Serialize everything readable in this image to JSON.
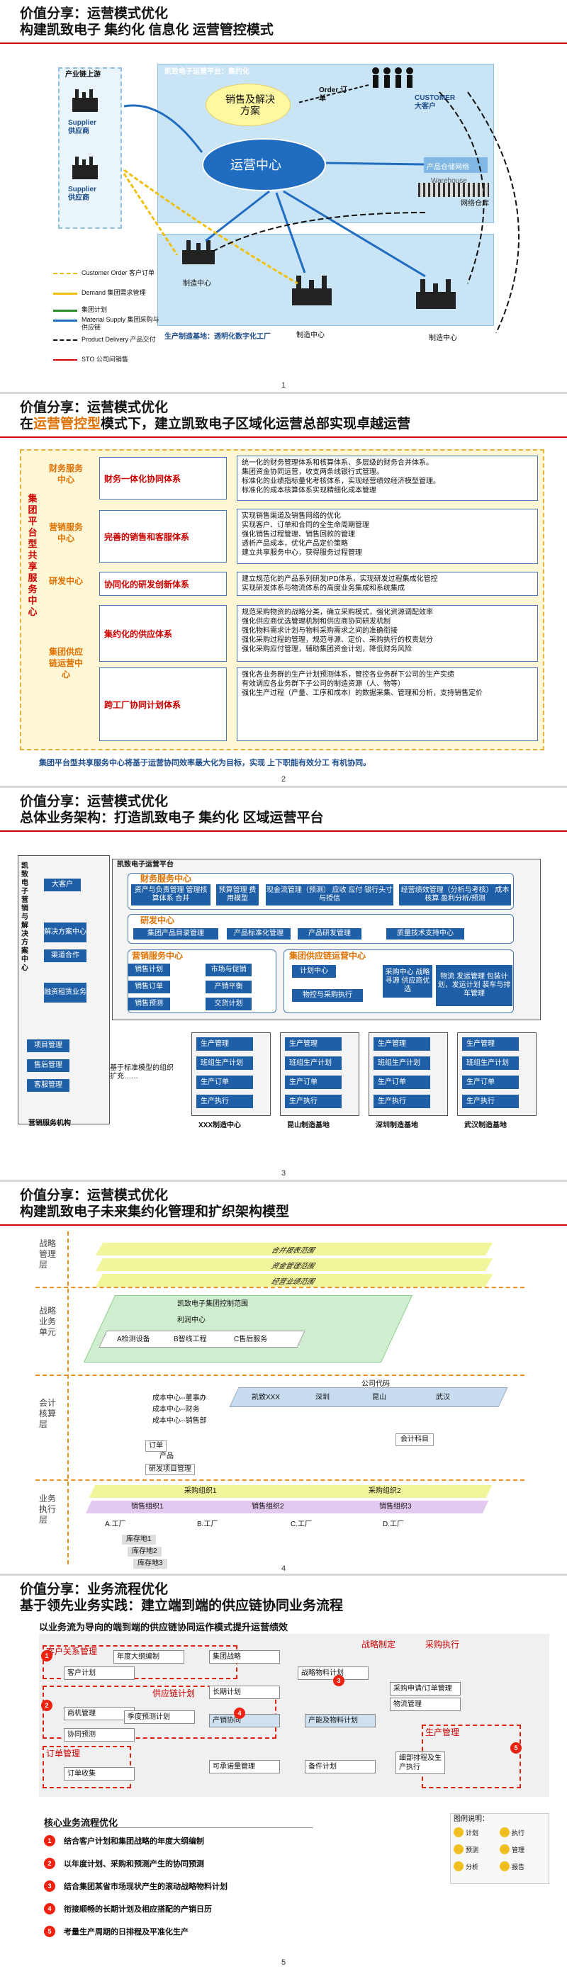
{
  "s1": {
    "title1": "价值分享：运营模式优化",
    "title2": "构建凯致电子 集约化 信息化 运营管控模式",
    "platform": "凯致电子运营平台：集约化",
    "sales": "销售及解决方案",
    "ops": "运营中心",
    "order": "Order 订单",
    "customer": "CUSTOMER 大客户",
    "supply_up": "产业链上游",
    "supplier1": "Supplier 供应商",
    "supplier2": "Supplier 供应商",
    "product_store": "产品仓储网络",
    "warehouse": "Warehouse",
    "net_store": "网络仓库",
    "mfg": "制造中心",
    "base": "生产制造基地：透明化数字化工厂",
    "mfg2": "制造中心",
    "mfg3": "制造中心",
    "legend": [
      {
        "l": "Customer Order 客户订单"
      },
      {
        "l": "Demand 集团需求管理"
      },
      {
        "l": "集团计划"
      },
      {
        "l": "Material Supply 集团采购与供应链"
      },
      {
        "l": "Product Delivery 产品交付"
      },
      {
        "l": "STO 公司间销售"
      }
    ],
    "page": "1"
  },
  "s2": {
    "title1": "价值分享：运营模式优化",
    "title2a": "在",
    "title2b": "运营管控型",
    "title2c": "模式下，建立凯致电子区域化运营总部实现卓越运营",
    "left": "集团平台型共享服务中心",
    "rows": [
      {
        "a": "财务服务中心",
        "b": "财务一体化协同体系",
        "c": [
          "统一化的财务管理体系和核算体系、多层级的财务合并体系。",
          "集团资金协同运营，收支两条线银行式管理。",
          "标准化的业绩指标量化考核体系，实现经营绩效经济模型管理。",
          "标准化的成本核算体系实现精细化成本管理"
        ]
      },
      {
        "a": "营销服务中心",
        "b": "完善的销售和客服体系",
        "c": [
          "实现销售渠道及销售网络的优化",
          "实现客户、订单和合同的全生命周期管理",
          "强化销售过程管理、销售回款的管理",
          "透析产品成本，优化产品定价策略",
          "建立共享服务中心，获得服务过程管理"
        ]
      },
      {
        "a": "研发中心",
        "b": "协同化的研发创新体系",
        "c": [
          "建立规范化的产品系列研发IPD体系，实现研发过程集成化管控",
          "实现研发体系与物流体系的高度业务集成和系统集成"
        ]
      },
      {
        "a": "集团供应链运营中心",
        "b": "集约化的供应体系",
        "c": [
          "规范采购物资的战略分类，确立采购模式，强化资源调配效率",
          "强化供应商优选管理机制和供应商协同研发机制",
          "强化物料需求计划与物料采购需求之间的准确衔接",
          "强化采购过程的管理，规范寻源、定价、采购执行的权责划分",
          "强化采购应付管理，辅助集团资金计划，降低财务风险"
        ]
      },
      {
        "a": "",
        "b": "跨工厂协同计划体系",
        "c": [
          "强化各业务群的生产计划预测体系，管控各业务群下公司的生产实绩",
          "有效调应各业务群下子公司的制造资源（人、物等）",
          "强化生产过程（产量、工序和成本）的数据采集、管理和分析，支持销售定价"
        ]
      }
    ],
    "foot": "集团平台型共享服务中心将基于运营协同效率最大化为目标，实现 上下职能有效分工 有机协同。",
    "page": "2"
  },
  "s3": {
    "title1": "价值分享：运营模式优化",
    "title2": "总体业务架构：打造凯致电子 集约化 区域运营平台",
    "left_head": "凯致电子营销与解决方案中心",
    "platform": "凯致电子运营平台",
    "kehu": "大客户",
    "jjfa": "解决方案中心",
    "qdhz": "渠道合作",
    "rzzl": "融资租赁业务",
    "xmgl": "项目管理",
    "shgl": "售后管理",
    "kfgl": "客服管理",
    "yxfwjg": "营销服务机构",
    "fin_head": "财务服务中心",
    "fin": [
      "资产与负责管理 管理核算体系 合并",
      "预算管理 费用模型",
      "现金流管理（预测） 应收 应付 银行头寸与授信",
      "经营绩效管理（分析与考核） 成本核算 盈利分析/预测"
    ],
    "rd_head": "研发中心",
    "rd": [
      "集团产品目录管理",
      "产品标准化管理",
      "产品研发管理",
      "质量技术支持中心"
    ],
    "mk_head": "营销服务中心",
    "mk": [
      "销售计划",
      "市场与促销",
      "销售订单",
      "产销平衡",
      "销售预测",
      "交货计划"
    ],
    "sc_head": "集团供应链运营中心",
    "sc": [
      "计划中心",
      "采购中心 战略寻源 供应商优选",
      "物流 发运管理 包装计划，发运计划 装车与排车管理",
      "物控与采购执行"
    ],
    "plant_rows": [
      "生产管理",
      "班组生产计划",
      "生产订单",
      "生产执行"
    ],
    "plants": [
      "XXX制造中心",
      "昆山制造基地",
      "深圳制造基地",
      "武汉制造基地"
    ],
    "note": "基于标准模型的组织扩充……",
    "page": "3"
  },
  "s4": {
    "title1": "价值分享：运营模式优化",
    "title2": "构建凯致电子未来集约化管理和扩织架构模型",
    "layers": [
      "战略管理层",
      "战略业务单元",
      "会计核算层",
      "业务执行层"
    ],
    "strategy": [
      "合并报表范围",
      "资金管理范围",
      "经营业绩范围"
    ],
    "control": "凯致电子集团控制范围",
    "profit": "利润中心",
    "units": [
      "A检测设备",
      "B智线工程",
      "C售后服务"
    ],
    "companies": [
      "凯致XXX",
      "深圳",
      "昆山",
      "武汉"
    ],
    "company_label": "公司代码",
    "cost": [
      "成本中心--董事办",
      "成本中心--财务",
      "成本中心--销售部"
    ],
    "accounting_subject": "会计科目",
    "orders": [
      "订单",
      "产品",
      "研发项目管理"
    ],
    "purchase": [
      "采购组织1",
      "采购组织2"
    ],
    "sales_org": [
      "销售组织1",
      "销售组织2",
      "销售组织3"
    ],
    "factories": [
      "A.工厂",
      "B.工厂",
      "C.工厂",
      "D.工厂"
    ],
    "stores": [
      "库存地1",
      "库存地2",
      "库存地3"
    ],
    "page": "4"
  },
  "s5": {
    "title1": "价值分享：业务流程优化",
    "title2": "基于领先业务实践：建立端到端的供应链协同业务流程",
    "sub": "以业务流为导向的端到端的供应链协同运作模式提升运营绩效",
    "sec": [
      "客户关系管理",
      "供应链计划",
      "订单管理",
      "生产管理",
      "战略制定",
      "采购执行"
    ],
    "nodes": [
      "客户计划",
      "年度大纲编制",
      "集团战略",
      "长期计划",
      "战略物料计划",
      "采购申请/订单管理",
      "商机管理",
      "协同预测",
      "季度预测计划",
      "产销协同",
      "产能及物料计划",
      "物流管理",
      "订单收集",
      "可承诺量管理",
      "备件计划",
      "细部排程及生产执行"
    ],
    "legend_title": "图例说明：",
    "legend": [
      "计划",
      "执行",
      "预测",
      "管理",
      "分析",
      "报告"
    ],
    "core": "核心业务流程优化",
    "points": [
      "结合客户计划和集团战略的年度大纲编制",
      "以年度计划、采购和预测产生的协同预测",
      "结合集团某省市场现状产生的滚动战略物料计划",
      "衔接顺畅的长期计划及相应搭配的产销日历",
      "考量生产周期的日排程及平准化生产"
    ],
    "page": "5"
  }
}
